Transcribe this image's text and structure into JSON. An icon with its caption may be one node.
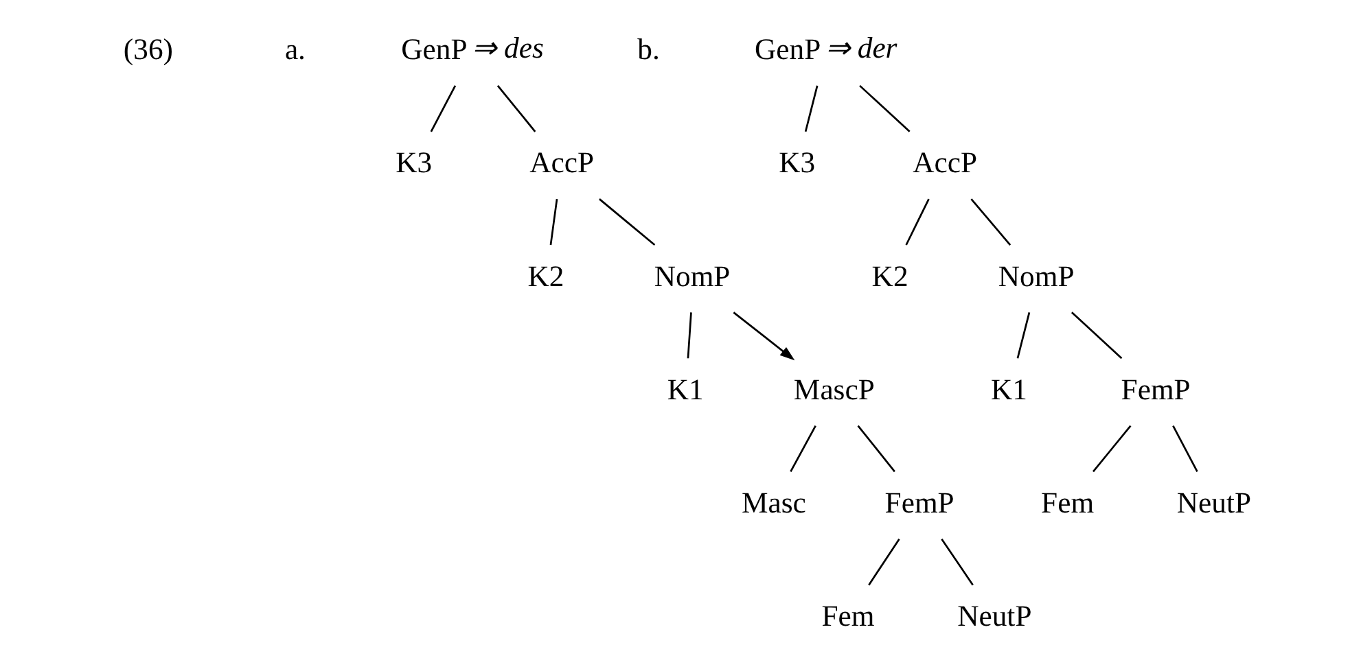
{
  "diagram": {
    "nodes": [
      {
        "text": [
          "GenP"
        ],
        "beside": [
          "⇒ des"
        ]
      },
      {
        "text": [
          "K3"
        ]
      },
      {
        "text": [
          "AccP"
        ]
      },
      {
        "text": [
          "K2"
        ]
      },
      {
        "text": [
          "NomP"
        ]
      },
      {
        "text": [
          "K1"
        ]
      },
      {
        "text": [
          "MascP"
        ]
      },
      {
        "text": [
          "Masc"
        ]
      },
      {
        "text": [
          "FemP"
        ]
      },
      {
        "text": [
          "Fem"
        ]
      },
      {
        "text": [
          "NeutP"
        ]
      },
      {
        "text": [
          "GenP"
        ],
        "beside": [
          "⇒ der"
        ]
      },
      {
        "text": [
          "K3"
        ]
      },
      {
        "text": [
          "AccP"
        ]
      },
      {
        "text": [
          "K2"
        ]
      },
      {
        "text": [
          "NomP"
        ]
      },
      {
        "text": [
          "K1"
        ]
      },
      {
        "text": [
          "FemP"
        ]
      },
      {
        "text": [
          "Fem"
        ]
      },
      {
        "text": [
          "NeutP"
        ]
      }
    ],
    "edges": [
      {
        "from": 0,
        "to": 1,
        "arrow": "none"
      },
      {
        "from": 0,
        "to": 2,
        "arrow": "none"
      },
      {
        "from": 2,
        "to": 3,
        "arrow": "none"
      },
      {
        "from": 2,
        "to": 4,
        "arrow": "none"
      },
      {
        "from": 4,
        "to": 5,
        "arrow": "none"
      },
      {
        "from": 4,
        "to": 6,
        "arrow": "to"
      },
      {
        "from": 6,
        "to": 7,
        "arrow": "none"
      },
      {
        "from": 6,
        "to": 8,
        "arrow": "none"
      },
      {
        "from": 8,
        "to": 9,
        "arrow": "none"
      },
      {
        "from": 8,
        "to": 10,
        "arrow": "none"
      },
      {
        "from": 11,
        "to": 12,
        "arrow": "none"
      },
      {
        "from": 11,
        "to": 13,
        "arrow": "none"
      },
      {
        "from": 13,
        "to": 14,
        "arrow": "none"
      },
      {
        "from": 13,
        "to": 15,
        "arrow": "none"
      },
      {
        "from": 15,
        "to": 16,
        "arrow": "none"
      },
      {
        "from": 15,
        "to": 17,
        "arrow": "none"
      },
      {
        "from": 17,
        "to": 18,
        "arrow": "none"
      },
      {
        "from": 17,
        "to": 19,
        "arrow": "none"
      }
    ],
    "labels": [
      "(36)",
      "a.",
      "b."
    ]
  }
}
